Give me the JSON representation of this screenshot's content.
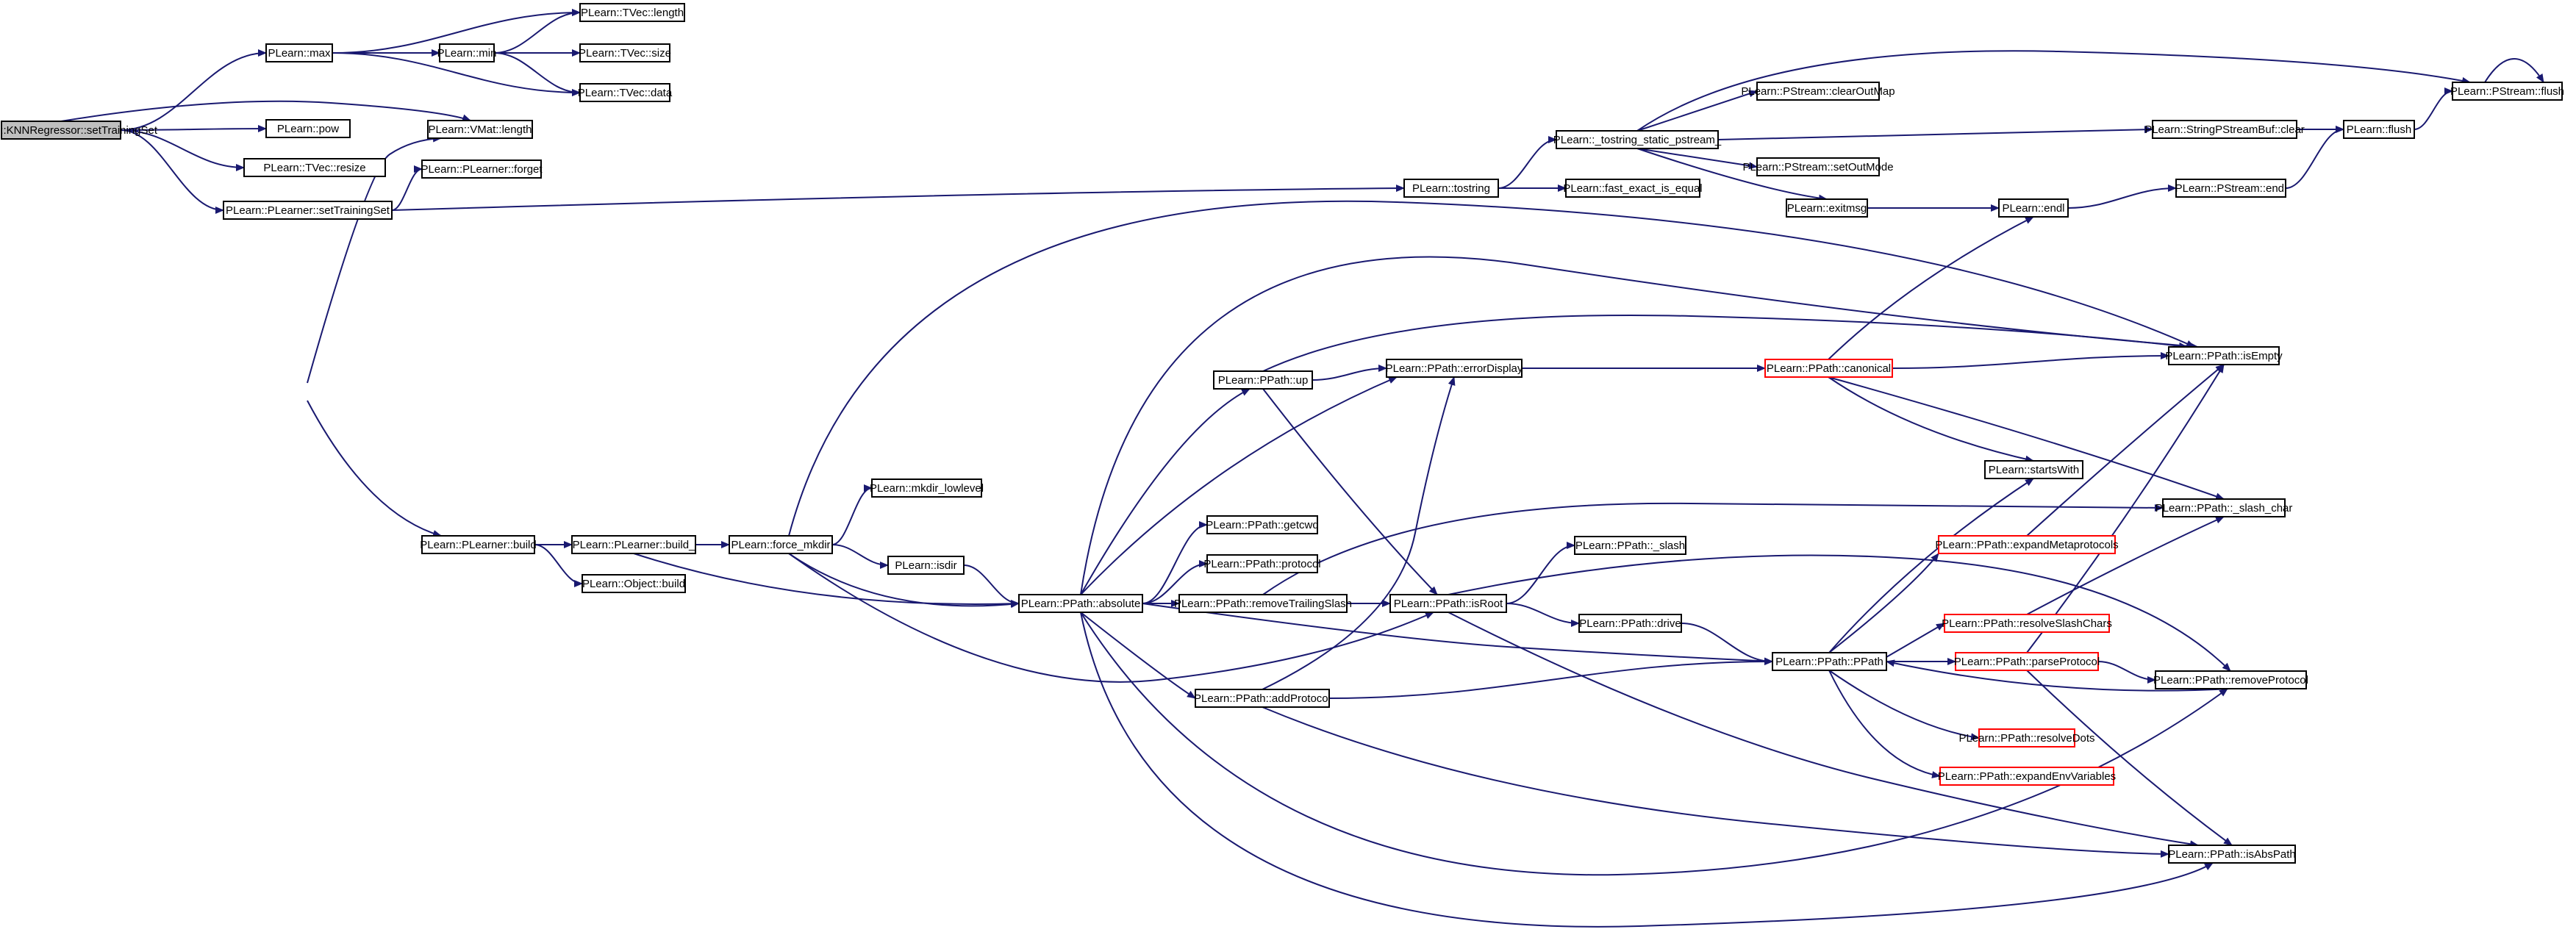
{
  "colors": {
    "edge": "#191970",
    "node_border": "#000000",
    "node_border_truncated": "#ff0000",
    "node_fill": "#ffffff",
    "root_fill": "#bfbfbf",
    "text": "#000000"
  },
  "nodes": [
    {
      "id": "n0",
      "label": "PLearn::KNNRegressor::setTrainingSet",
      "style": "root"
    },
    {
      "id": "n1",
      "label": "PLearn::max",
      "style": "normal"
    },
    {
      "id": "n2",
      "label": "PLearn::pow",
      "style": "normal"
    },
    {
      "id": "n3",
      "label": "PLearn::TVec::resize",
      "style": "normal"
    },
    {
      "id": "n4",
      "label": "PLearn::PLearner::setTrainingSet",
      "style": "normal"
    },
    {
      "id": "n5",
      "label": "PLearn::min",
      "style": "normal"
    },
    {
      "id": "n6",
      "label": "PLearn::TVec::length",
      "style": "normal"
    },
    {
      "id": "n7",
      "label": "PLearn::TVec::size",
      "style": "normal"
    },
    {
      "id": "n8",
      "label": "PLearn::TVec::data",
      "style": "normal"
    },
    {
      "id": "n9",
      "label": "PLearn::VMat::length",
      "style": "normal"
    },
    {
      "id": "n10",
      "label": "PLearn::PLearner::forget",
      "style": "normal"
    },
    {
      "id": "n11",
      "label": "PLearn::tostring",
      "style": "normal"
    },
    {
      "id": "n12",
      "label": "PLearn::_tostring_static_pstream_",
      "style": "normal"
    },
    {
      "id": "n13",
      "label": "PLearn::fast_exact_is_equal",
      "style": "normal"
    },
    {
      "id": "n14",
      "label": "PLearn::PStream::clearOutMap",
      "style": "normal"
    },
    {
      "id": "n15",
      "label": "PLearn::PStream::setOutMode",
      "style": "normal"
    },
    {
      "id": "n16",
      "label": "PLearn::exitmsg",
      "style": "normal"
    },
    {
      "id": "n17",
      "label": "PLearn::StringPStreamBuf::clear",
      "style": "normal"
    },
    {
      "id": "n18",
      "label": "PLearn::flush",
      "style": "normal"
    },
    {
      "id": "n19",
      "label": "PLearn::PStream::flush",
      "style": "normal"
    },
    {
      "id": "n20",
      "label": "PLearn::endl",
      "style": "normal"
    },
    {
      "id": "n21",
      "label": "PLearn::PStream::endl",
      "style": "normal"
    },
    {
      "id": "n22",
      "label": "PLearn::PLearner::build",
      "style": "normal"
    },
    {
      "id": "n23",
      "label": "PLearn::PLearner::build_",
      "style": "normal"
    },
    {
      "id": "n24",
      "label": "PLearn::Object::build",
      "style": "normal"
    },
    {
      "id": "n25",
      "label": "PLearn::force_mkdir",
      "style": "normal"
    },
    {
      "id": "n26",
      "label": "PLearn::mkdir_lowlevel",
      "style": "normal"
    },
    {
      "id": "n27",
      "label": "PLearn::isdir",
      "style": "normal"
    },
    {
      "id": "n28",
      "label": "PLearn::PPath::absolute",
      "style": "normal"
    },
    {
      "id": "n29",
      "label": "PLearn::PPath::up",
      "style": "normal"
    },
    {
      "id": "n30",
      "label": "PLearn::PPath::errorDisplay",
      "style": "normal"
    },
    {
      "id": "n31",
      "label": "PLearn::PPath::canonical",
      "style": "truncated"
    },
    {
      "id": "n32",
      "label": "PLearn::PPath::isEmpty",
      "style": "normal"
    },
    {
      "id": "n33",
      "label": "PLearn::PPath::getcwd",
      "style": "normal"
    },
    {
      "id": "n34",
      "label": "PLearn::PPath::protocol",
      "style": "normal"
    },
    {
      "id": "n35",
      "label": "PLearn::PPath::removeTrailingSlash",
      "style": "normal"
    },
    {
      "id": "n36",
      "label": "PLearn::PPath::isRoot",
      "style": "normal"
    },
    {
      "id": "n37",
      "label": "PLearn::PPath::_slash",
      "style": "normal"
    },
    {
      "id": "n38",
      "label": "PLearn::PPath::drive",
      "style": "normal"
    },
    {
      "id": "n39",
      "label": "PLearn::PPath::addProtocol",
      "style": "normal"
    },
    {
      "id": "n40",
      "label": "PLearn::startsWith",
      "style": "normal"
    },
    {
      "id": "n41",
      "label": "PLearn::PPath::_slash_char",
      "style": "normal"
    },
    {
      "id": "n42",
      "label": "PLearn::PPath::expandMetaprotocols",
      "style": "truncated"
    },
    {
      "id": "n43",
      "label": "PLearn::PPath::resolveSlashChars",
      "style": "truncated"
    },
    {
      "id": "n44",
      "label": "PLearn::PPath::PPath",
      "style": "normal"
    },
    {
      "id": "n45",
      "label": "PLearn::PPath::parseProtocol",
      "style": "truncated"
    },
    {
      "id": "n46",
      "label": "PLearn::PPath::removeProtocol",
      "style": "normal"
    },
    {
      "id": "n47",
      "label": "PLearn::PPath::resolveDots",
      "style": "truncated"
    },
    {
      "id": "n48",
      "label": "PLearn::PPath::expandEnvVariables",
      "style": "truncated"
    },
    {
      "id": "n49",
      "label": "PLearn::PPath::isAbsPath",
      "style": "normal"
    }
  ],
  "edges": [
    [
      "n0",
      "n1"
    ],
    [
      "n0",
      "n2"
    ],
    [
      "n0",
      "n3"
    ],
    [
      "n0",
      "n4"
    ],
    [
      "n0",
      "n9"
    ],
    [
      "n1",
      "n5"
    ],
    [
      "n1",
      "n6"
    ],
    [
      "n1",
      "n8"
    ],
    [
      "n5",
      "n6"
    ],
    [
      "n5",
      "n7"
    ],
    [
      "n5",
      "n8"
    ],
    [
      "n4",
      "n9"
    ],
    [
      "n4",
      "n10"
    ],
    [
      "n4",
      "n11"
    ],
    [
      "n4",
      "n22"
    ],
    [
      "n11",
      "n12"
    ],
    [
      "n11",
      "n13"
    ],
    [
      "n12",
      "n14"
    ],
    [
      "n12",
      "n15"
    ],
    [
      "n12",
      "n16"
    ],
    [
      "n12",
      "n17"
    ],
    [
      "n12",
      "n19"
    ],
    [
      "n17",
      "n18"
    ],
    [
      "n18",
      "n19"
    ],
    [
      "n19",
      "n19"
    ],
    [
      "n16",
      "n20"
    ],
    [
      "n20",
      "n21"
    ],
    [
      "n21",
      "n18"
    ],
    [
      "n22",
      "n23"
    ],
    [
      "n22",
      "n24"
    ],
    [
      "n23",
      "n25"
    ],
    [
      "n23",
      "n28"
    ],
    [
      "n25",
      "n26"
    ],
    [
      "n25",
      "n27"
    ],
    [
      "n25",
      "n28"
    ],
    [
      "n25",
      "n32"
    ],
    [
      "n25",
      "n36"
    ],
    [
      "n27",
      "n28"
    ],
    [
      "n28",
      "n29"
    ],
    [
      "n28",
      "n30"
    ],
    [
      "n28",
      "n32"
    ],
    [
      "n28",
      "n33"
    ],
    [
      "n28",
      "n34"
    ],
    [
      "n28",
      "n35"
    ],
    [
      "n28",
      "n39"
    ],
    [
      "n28",
      "n44"
    ],
    [
      "n28",
      "n46"
    ],
    [
      "n28",
      "n49"
    ],
    [
      "n29",
      "n30"
    ],
    [
      "n29",
      "n32"
    ],
    [
      "n29",
      "n36"
    ],
    [
      "n30",
      "n31"
    ],
    [
      "n31",
      "n20"
    ],
    [
      "n31",
      "n32"
    ],
    [
      "n31",
      "n40"
    ],
    [
      "n31",
      "n41"
    ],
    [
      "n35",
      "n36"
    ],
    [
      "n35",
      "n41"
    ],
    [
      "n36",
      "n37"
    ],
    [
      "n36",
      "n38"
    ],
    [
      "n36",
      "n46"
    ],
    [
      "n36",
      "n49"
    ],
    [
      "n38",
      "n44"
    ],
    [
      "n39",
      "n30"
    ],
    [
      "n39",
      "n44"
    ],
    [
      "n39",
      "n49"
    ],
    [
      "n44",
      "n40"
    ],
    [
      "n44",
      "n42"
    ],
    [
      "n44",
      "n43"
    ],
    [
      "n44",
      "n45"
    ],
    [
      "n44",
      "n47"
    ],
    [
      "n44",
      "n48"
    ],
    [
      "n42",
      "n32"
    ],
    [
      "n43",
      "n41"
    ],
    [
      "n45",
      "n32"
    ],
    [
      "n45",
      "n46"
    ],
    [
      "n45",
      "n49"
    ],
    [
      "n46",
      "n44"
    ]
  ]
}
